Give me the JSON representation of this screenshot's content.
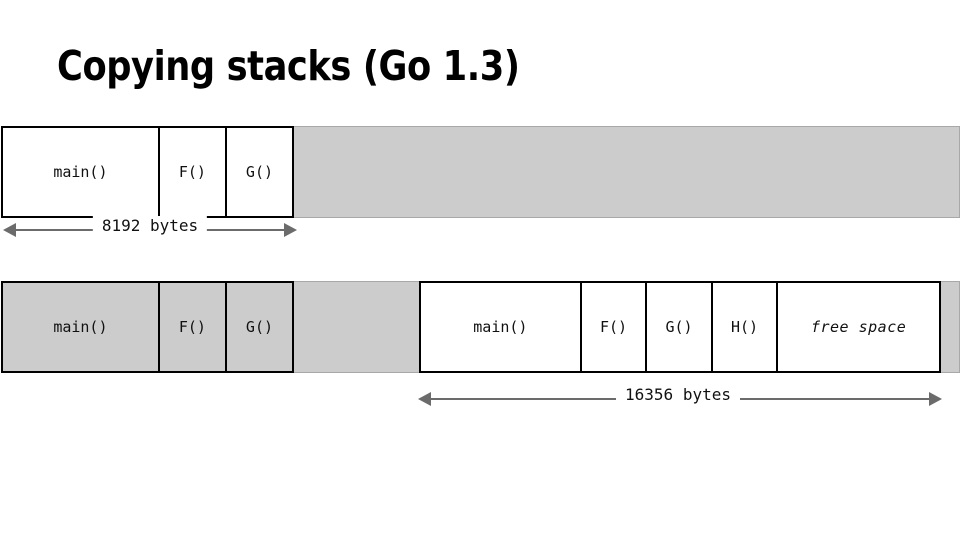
{
  "slide": {
    "title": "Copying stacks (Go 1.3)",
    "background_color": "#ffffff",
    "accent_gray": "#cccccc",
    "arrow_color": "#6b6b6b",
    "border_color": "#000000"
  },
  "old_stack": {
    "frames": [
      {
        "label": "main()",
        "fill": "white"
      },
      {
        "label": "F()",
        "fill": "white"
      },
      {
        "label": "G()",
        "fill": "white"
      }
    ],
    "measure": {
      "label": "8192 bytes"
    }
  },
  "new_stack": {
    "old_frames": [
      {
        "label": "main()",
        "fill": "gray"
      },
      {
        "label": "F()",
        "fill": "gray"
      },
      {
        "label": "G()",
        "fill": "gray"
      }
    ],
    "copied_frames": [
      {
        "label": "main()",
        "fill": "white",
        "style": "normal"
      },
      {
        "label": "F()",
        "fill": "white",
        "style": "normal"
      },
      {
        "label": "G()",
        "fill": "white",
        "style": "normal"
      },
      {
        "label": "H()",
        "fill": "white",
        "style": "normal"
      },
      {
        "label": "free space",
        "fill": "white",
        "style": "italic"
      }
    ],
    "measure": {
      "label": "16356 bytes"
    }
  }
}
